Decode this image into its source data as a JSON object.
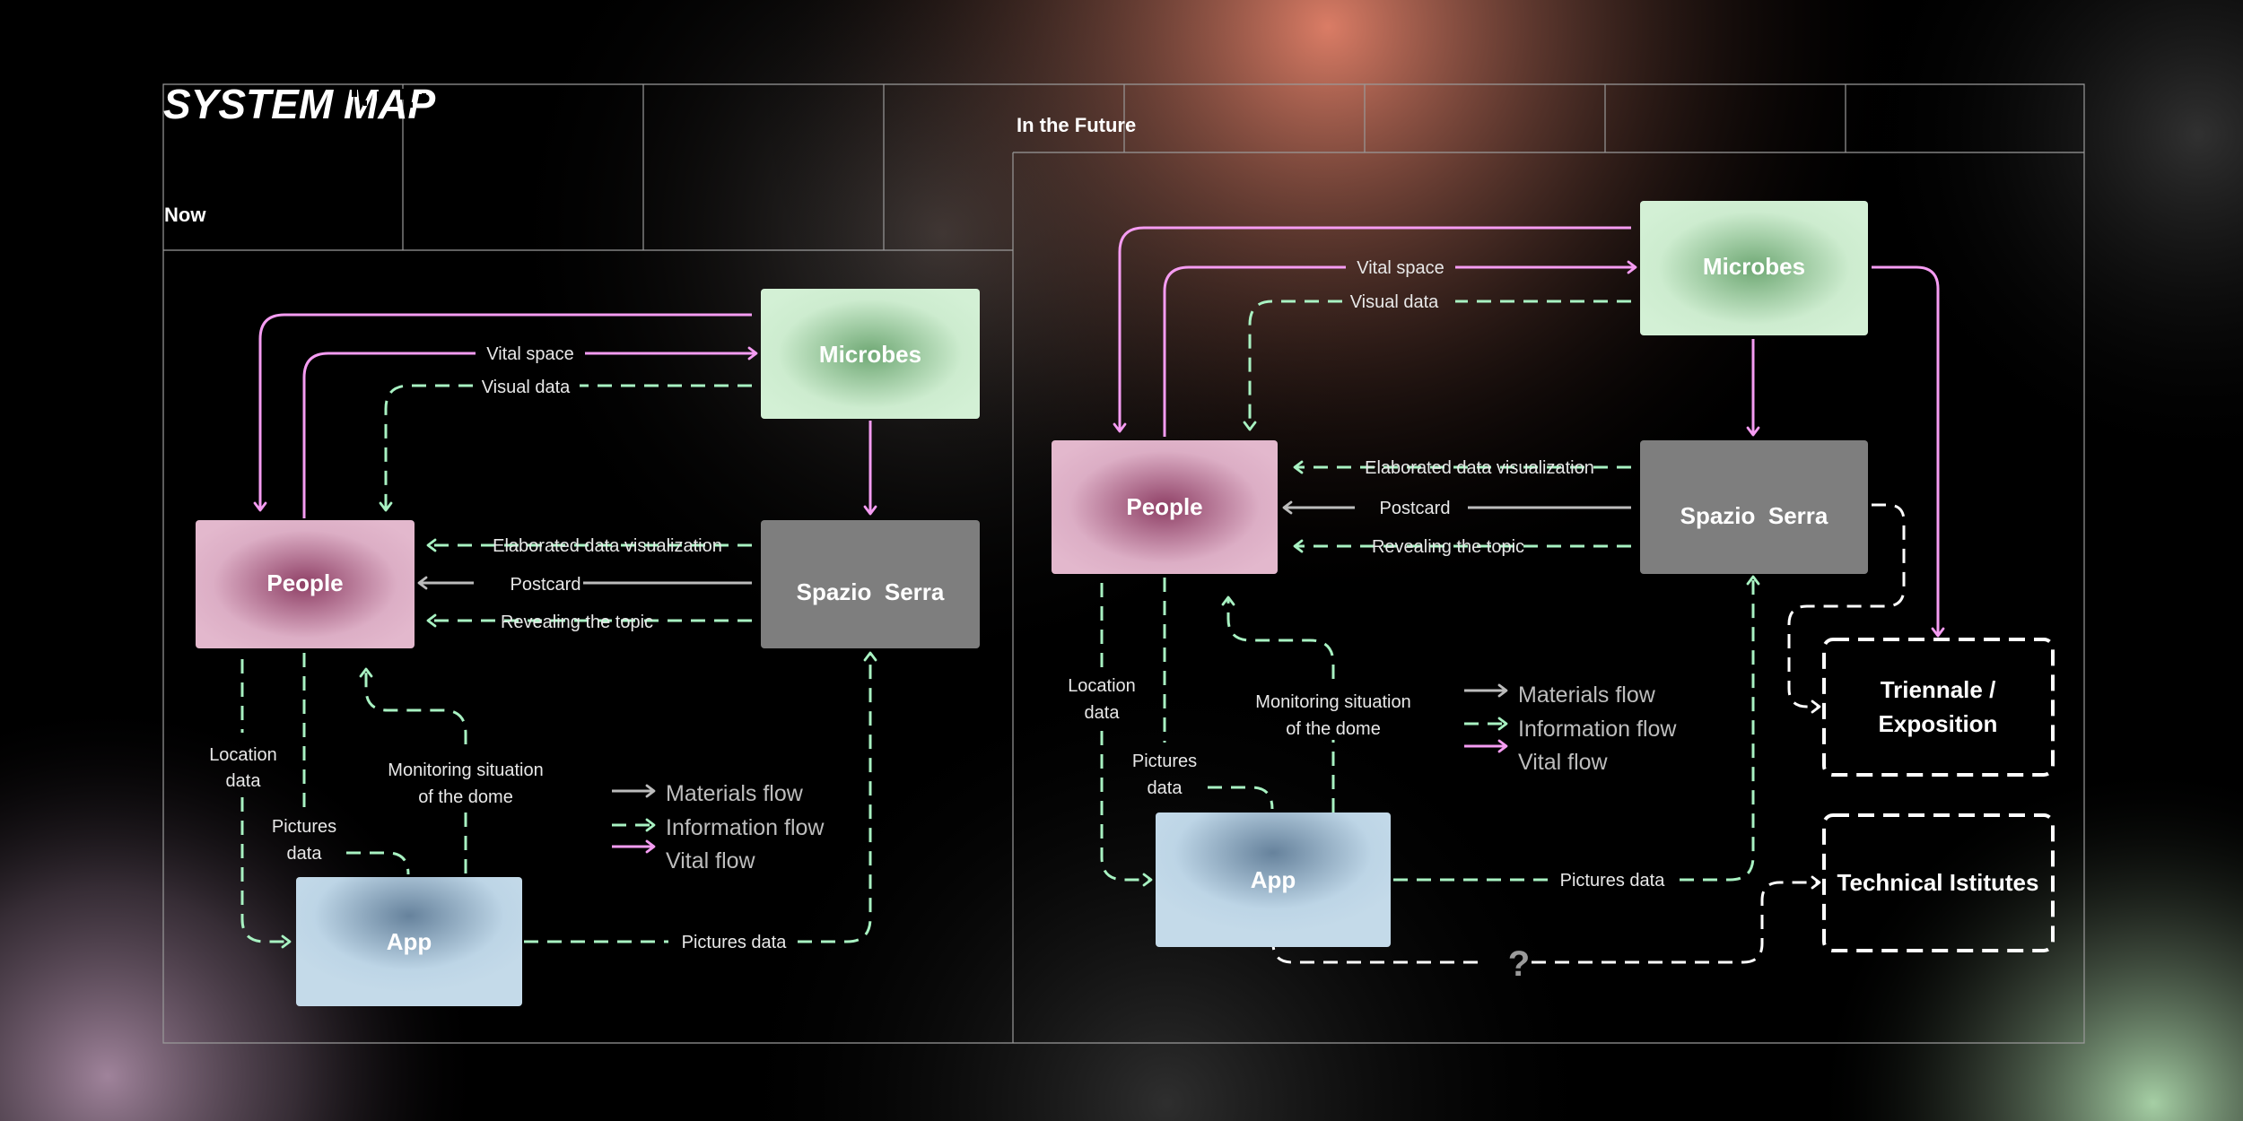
{
  "title": {
    "word1": "SYSTEM",
    "word2": "MAP"
  },
  "sections": {
    "now": "Now",
    "future": "In the Future"
  },
  "nodes": {
    "microbes": "Microbes",
    "people": "People",
    "spazio_serra": "Spazio  Serra",
    "app": "App",
    "triennale": [
      "Triennale /",
      "Exposition"
    ],
    "technical": "Technical Istitutes"
  },
  "flows": {
    "vital_space": "Vital space",
    "visual_data": "Visual data",
    "elaborated": "Elaborated data visualization",
    "postcard": "Postcard",
    "revealing": "Revealing the topic",
    "location": [
      "Location",
      "data"
    ],
    "pictures": [
      "Pictures",
      "data"
    ],
    "monitoring": [
      "Monitoring situation",
      "of the dome"
    ],
    "pictures_data": "Pictures data",
    "unknown": "?"
  },
  "legend": {
    "materials": "Materials flow",
    "information": "Information flow",
    "vital": "Vital flow"
  },
  "colors": {
    "vital": "#f59cf2",
    "info": "#a8f2c2",
    "material": "#bcbcbc",
    "outline": "#ffffff",
    "microbes": "#cdeccf",
    "people": "#dfb2c9",
    "serra": "#808080",
    "app": "#c0d7e7"
  }
}
